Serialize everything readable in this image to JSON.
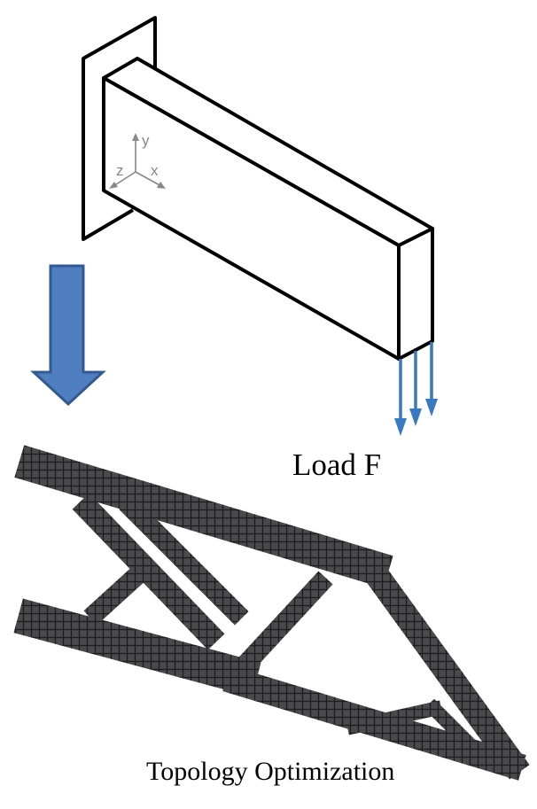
{
  "beam_diagram": {
    "axes": {
      "x": "x",
      "y": "y",
      "z": "z"
    },
    "load_label": "Load F",
    "load_arrow_color": "#3a78c0"
  },
  "transition_arrow": {
    "fill": "#4f7fc0",
    "stroke": "#34598f"
  },
  "result": {
    "caption": "Topology Optimization",
    "voxel_color": "#3a3a3c"
  }
}
